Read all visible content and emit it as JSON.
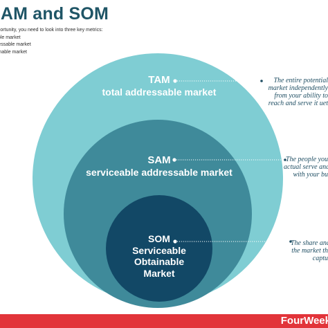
{
  "header": {
    "title": "SAM and SOM",
    "intro": [
      "ness opportunity, you need to look into three key metrics:",
      "ddressable market",
      "ble addressable market",
      "ble obtainable market"
    ]
  },
  "diagram": {
    "tam": {
      "acronym": "TAM",
      "name": "total addressable market",
      "note": [
        "The entire potential",
        "market independently",
        "from your ability to",
        "reach and serve it uet"
      ],
      "color": "#7fcdd3"
    },
    "sam": {
      "acronym": "SAM",
      "name": "serviceable addressable market",
      "note": [
        "The people you",
        "actual serve and",
        "with your bu"
      ],
      "color": "#3f8a9a"
    },
    "som": {
      "acronym": "SOM",
      "name_lines": [
        "Serviceable",
        "Obtainable",
        "Market"
      ],
      "note": [
        "The share and",
        "the market th",
        "captu"
      ],
      "color": "#124866"
    }
  },
  "footer": {
    "brand": "FourWeek",
    "color": "#e2343a"
  }
}
